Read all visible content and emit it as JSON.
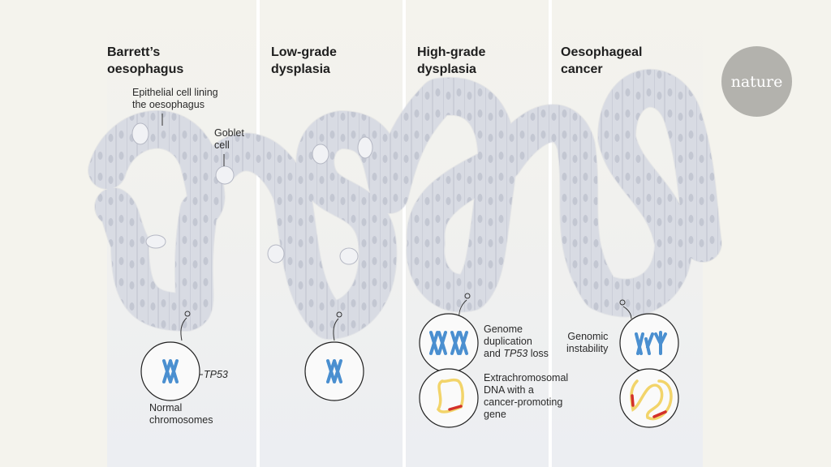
{
  "stages": [
    {
      "title_line1": "Barrett’s",
      "title_line2": "oesophagus"
    },
    {
      "title_line1": "Low-grade",
      "title_line2": "dysplasia"
    },
    {
      "title_line1": "High-grade",
      "title_line2": "dysplasia"
    },
    {
      "title_line1": "Oesophageal",
      "title_line2": "cancer"
    }
  ],
  "labels": {
    "epithelial_1": "Epithelial cell lining",
    "epithelial_2": "the oesophagus",
    "goblet_1": "Goblet",
    "goblet_2": "cell",
    "tp53": "TP53",
    "normal_1": "Normal",
    "normal_2": "chromosomes",
    "genome_1": "Genome",
    "genome_2": "duplication",
    "genome_3a": "and ",
    "genome_3b": "TP53",
    "genome_3c": " loss",
    "ecdna_1": "Extrachromosomal",
    "ecdna_2": "DNA with a",
    "ecdna_3": "cancer-promoting",
    "ecdna_4": "gene",
    "instab_1": "Genomic",
    "instab_2": "instability"
  },
  "logo": "nature",
  "colors": {
    "chromosome": "#4a8fd0",
    "dna": "#f2d46a",
    "oncogene": "#d3302a",
    "cell": "#dfe1e8",
    "cell_edge": "#b9bcc8"
  }
}
